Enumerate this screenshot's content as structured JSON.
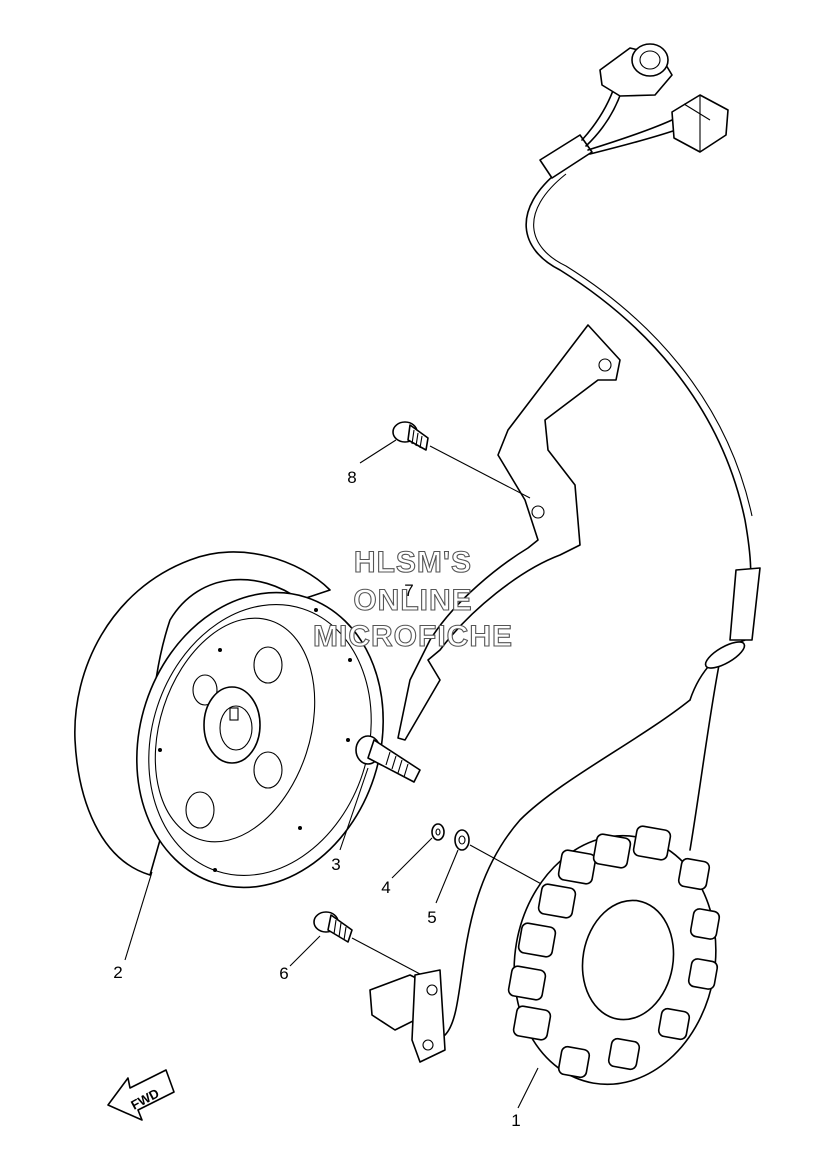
{
  "watermark": {
    "line1": "HLSM'S",
    "line2": "ONLINE",
    "line3": "MICROFICHE"
  },
  "callouts": [
    {
      "id": "1",
      "text": "1"
    },
    {
      "id": "2",
      "text": "2"
    },
    {
      "id": "3",
      "text": "3"
    },
    {
      "id": "4",
      "text": "4"
    },
    {
      "id": "5",
      "text": "5"
    },
    {
      "id": "6",
      "text": "6"
    },
    {
      "id": "7",
      "text": "7"
    },
    {
      "id": "8",
      "text": "8"
    }
  ],
  "direction_marker": {
    "text": "FWD",
    "icon": "fwd-arrow-icon"
  }
}
